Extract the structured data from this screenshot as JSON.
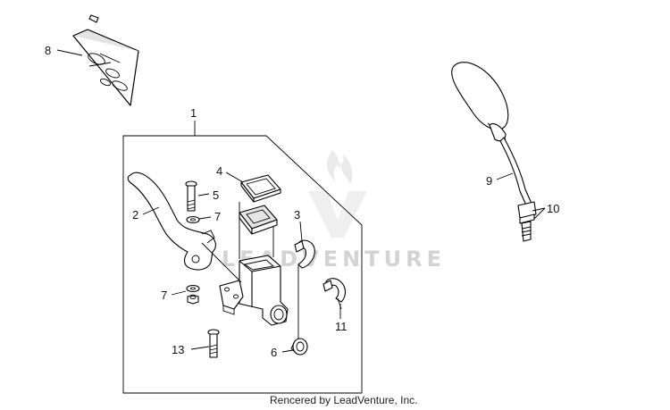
{
  "callouts": {
    "c1": "1",
    "c2": "2",
    "c3": "3",
    "c4": "4",
    "c5": "5",
    "c6": "6",
    "c7a": "7",
    "c7b": "7",
    "c8": "8",
    "c9": "9",
    "c10": "10",
    "c11": "11",
    "c13": "13"
  },
  "watermark": {
    "text": "LEADVENTURE",
    "logo_icon": "leadventure-flame-logo-icon"
  },
  "footer": {
    "credit": "Rencered by LeadVenture, Inc."
  }
}
